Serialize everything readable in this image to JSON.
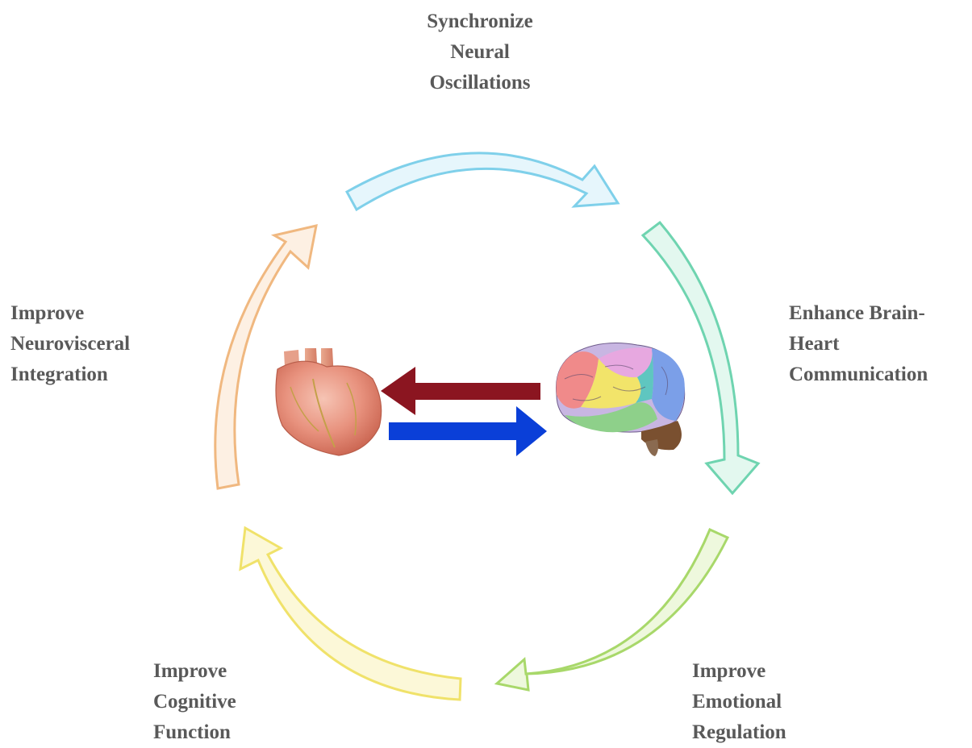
{
  "steps": {
    "synchronize": {
      "lines": [
        "Synchronize",
        "Neural",
        "Oscillations"
      ],
      "color": "#7fd0ea",
      "fill": "#e6f6fc"
    },
    "enhance": {
      "lines": [
        "Enhance Brain-",
        "Heart",
        "Communication"
      ],
      "color": "#6fd4b0",
      "fill": "#e3f8ef"
    },
    "emotional": {
      "lines": [
        "Improve",
        "Emotional",
        "Regulation"
      ],
      "color": "#a8d86a",
      "fill": "#eef8dd"
    },
    "cognitive": {
      "lines": [
        "Improve",
        "Cognitive",
        "Function"
      ],
      "color": "#f0e26a",
      "fill": "#fcf8d8"
    },
    "neurovisceral": {
      "lines": [
        "Improve",
        "Neurovisceral",
        "Integration"
      ],
      "color": "#f0b880",
      "fill": "#fdf0e3"
    }
  },
  "center": {
    "heart_icon": "heart-illustration",
    "brain_icon": "brain-illustration",
    "brain_to_heart_color": "#8b1520",
    "heart_to_brain_color": "#0a3fd8"
  }
}
